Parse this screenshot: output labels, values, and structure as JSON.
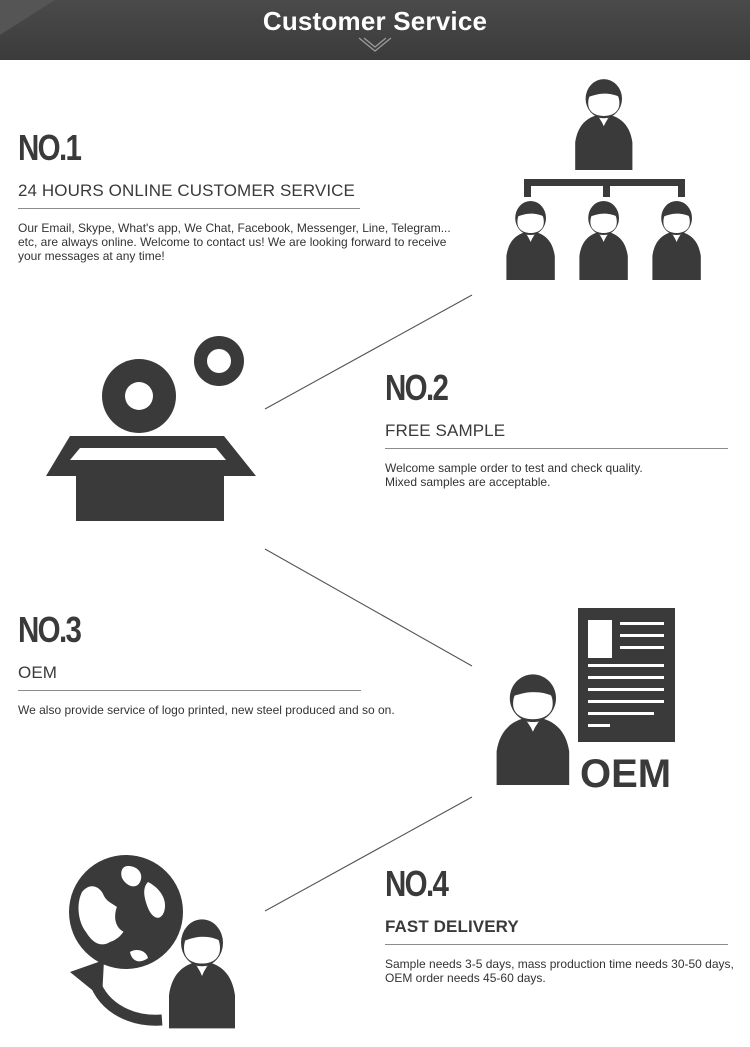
{
  "header": {
    "title": "Customer Service"
  },
  "services": [
    {
      "number": "NO.1",
      "title": "24 HOURS ONLINE CUSTOMER SERVICE",
      "description": "Our Email, Skype, What's app, We Chat, Facebook, Messenger, Line, Telegram... etc, are always online. Welcome to contact us! We are looking forward to receive your messages at any time!",
      "icon": "team-hierarchy-icon"
    },
    {
      "number": "NO.2",
      "title": "FREE SAMPLE",
      "description_lines": [
        "Welcome sample order to test and check quality.",
        "Mixed samples are acceptable."
      ],
      "icon": "sample-box-icon"
    },
    {
      "number": "NO.3",
      "title": "OEM",
      "description": "We also provide service of logo printed, new steel produced and so on.",
      "icon": "oem-document-person-icon",
      "icon_label": "OEM"
    },
    {
      "number": "NO.4",
      "title": "FAST DELIVERY",
      "description_lines": [
        "Sample needs 3-5 days, mass production time needs 30-50 days,",
        "OEM order needs 45-60 days."
      ],
      "icon": "globe-person-icon"
    }
  ],
  "colors": {
    "header_bg": "#3b3b3b",
    "icon_fill": "#3a3a3a",
    "text": "#3a3a3a"
  }
}
